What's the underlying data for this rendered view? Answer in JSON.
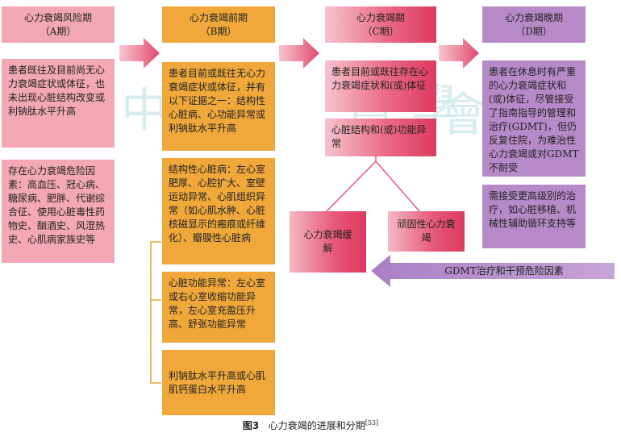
{
  "stages": {
    "a": {
      "title": "心力衰竭风险期",
      "code": "（A期）",
      "desc": "患者既往及目前尚无心力衰竭症状或体征，也未出现心脏结构改变或利钠肽水平升高",
      "risk": "存在心力衰竭危险因素：高血压、冠心病、糖尿病、肥胖、代谢综合征、使用心脏毒性药物史、酗酒史、风湿热史、心肌病家族史等"
    },
    "b": {
      "title": "心力衰竭前期",
      "code": "（B期）",
      "desc": "患者目前或既往无心力衰竭症状或体征，并有以下证据之一：结构性心脏病、心功能异常或利钠肽水平升高",
      "structural": "结构性心脏病：左心室肥厚、心腔扩大、室壁运动异常、心肌组织异常（如心肌水肿、心脏核磁显示的瘢痕或纤维化）、瓣膜性心脏病",
      "functional": "心脏功能异常：左心室或右心室收缩功能异常，左心室充盈压升高、舒张功能异常",
      "biomarker": "利钠肽水平升高或心肌肌钙蛋白水平升高"
    },
    "c": {
      "title": "心力衰竭期",
      "code": "（C期）",
      "desc": "患者目前或既往存在心力衰竭症状和(或)体征",
      "structure": "心脏结构和(或)功能异常",
      "remission": "心力衰竭缓解",
      "persistent": "顽固性心力衰竭"
    },
    "d": {
      "title": "心力衰竭晚期",
      "code": "（D期）",
      "desc": "患者在休息时有严重的心力衰竭症状和(或)体征，尽管接受了指南指导的管理和治疗(GDMT)，但仍反复住院，为难治性心力衰竭或对GDMT不耐受",
      "therapy": "需接受更高级别的治疗，如心脏移植、机械性辅助循环支持等"
    }
  },
  "gdmt_label": "GDMT治疗和干预危险因素",
  "caption": {
    "fig": "图3",
    "text": "心力衰竭的进展和分期",
    "ref": "[53]"
  },
  "colors": {
    "pink": "#f2a7b4",
    "orange": "#f0a83a",
    "red": "#dd3a5e",
    "purple": "#b68ac8",
    "arrow": "#e05a78"
  }
}
